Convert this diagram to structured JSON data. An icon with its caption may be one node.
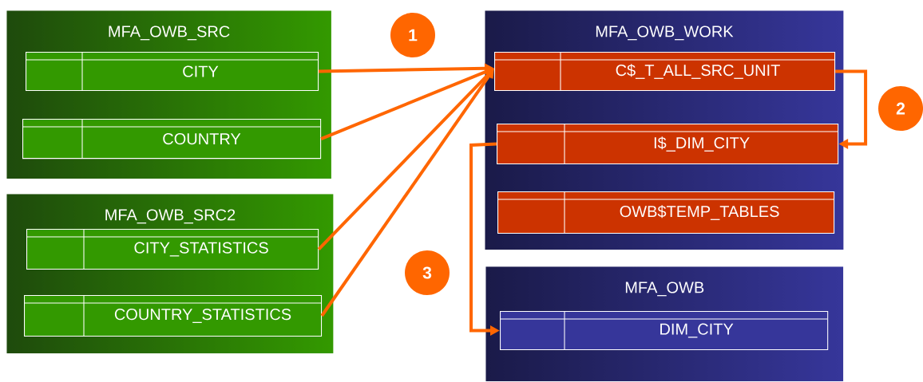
{
  "diagram": {
    "nodes": [
      {
        "text": [
          "MFA_OWB_SRC"
        ]
      },
      {
        "text": [
          "CITY"
        ],
        "in": 0
      },
      {
        "text": [
          "COUNTRY"
        ],
        "in": 0
      },
      {
        "text": [
          "MFA_OWB_SRC2"
        ]
      },
      {
        "text": [
          "CITY_STATISTICS"
        ],
        "in": 3
      },
      {
        "text": [
          "COUNTRY_STATISTICS"
        ],
        "in": 3
      },
      {
        "text": [
          "MFA_OWB_WORK"
        ]
      },
      {
        "text": [
          "C$_T_ALL_SRC_UNIT"
        ],
        "in": 6
      },
      {
        "text": [
          "I$_DIM_CITY"
        ],
        "in": 6
      },
      {
        "text": [
          "OWB$TEMP_TABLES"
        ],
        "in": 6
      },
      {
        "text": [
          "MFA_OWB"
        ]
      },
      {
        "text": [
          "DIM_CITY"
        ],
        "in": 10
      },
      {
        "text": [
          "1"
        ]
      },
      {
        "text": [
          "2"
        ]
      },
      {
        "text": [
          "3"
        ]
      }
    ],
    "edges": [
      {
        "from": 1,
        "to": 7,
        "arrow": "to"
      },
      {
        "from": 2,
        "to": 7,
        "arrow": "to"
      },
      {
        "from": 4,
        "to": 7,
        "arrow": "to"
      },
      {
        "from": 5,
        "to": 7,
        "arrow": "to"
      },
      {
        "from": 7,
        "to": 8,
        "arrow": "to"
      },
      {
        "from": 8,
        "to": 11,
        "arrow": "to"
      }
    ]
  }
}
